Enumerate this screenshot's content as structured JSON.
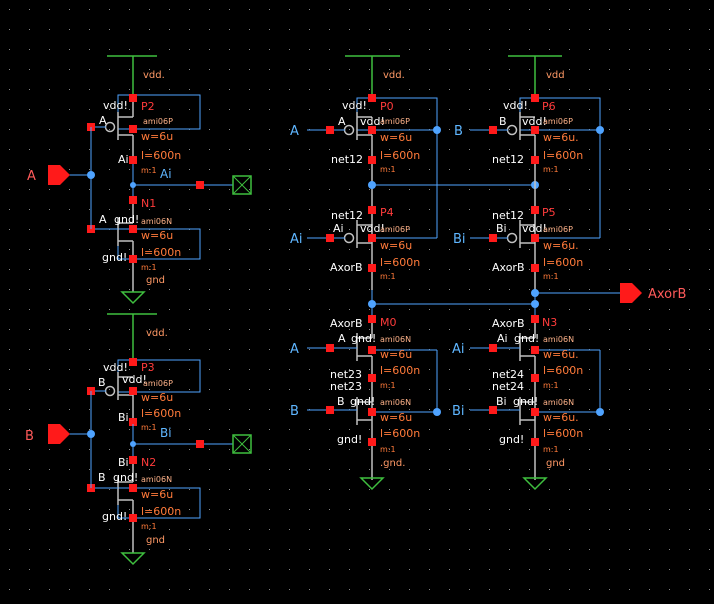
{
  "colors": {
    "background": "#000000",
    "wire": "#4fa3ff",
    "supply": "#3fbf3f",
    "device": "#c0c0c0",
    "pin": "#ff1a1a",
    "net_label": "#ffffff",
    "pin_label": "#ff3b3b",
    "param": "#ff7a3a",
    "model": "#ffb38a",
    "port_label": "#ff5a5a",
    "wire_label": "#5fb6ff",
    "supply_label": "#ff9966"
  },
  "symbols": {
    "vdd_label": "vdd.",
    "vdd_label_right": "vdd",
    "gnd_label": "gnd",
    "gnd_label_dot": ".gnd.",
    "vdd_pin": "vdd!",
    "gnd_pin": "gnd!",
    "width": "w=6u",
    "width_dot": "w=6u.",
    "length": "l=600n",
    "mult": "m:1",
    "model_p": "ami06P",
    "model_n": "ami06N"
  },
  "ports": {
    "A": "A",
    "B": "B",
    "AxorB": "AxorB"
  },
  "nets": {
    "A": "A",
    "B": "B",
    "Ai": "Ai",
    "Bi": "Bi",
    "net12": "net12",
    "net23": "net23",
    "net24": "net24",
    "AxorB": "AxorB"
  },
  "devices": {
    "P2": "P2",
    "N1": "N1",
    "P3": "P3",
    "N2": "N2",
    "P0": "P0",
    "P6": "P6",
    "P4": "P4",
    "P5": "P5",
    "M0": "M0",
    "N3": "N3"
  }
}
